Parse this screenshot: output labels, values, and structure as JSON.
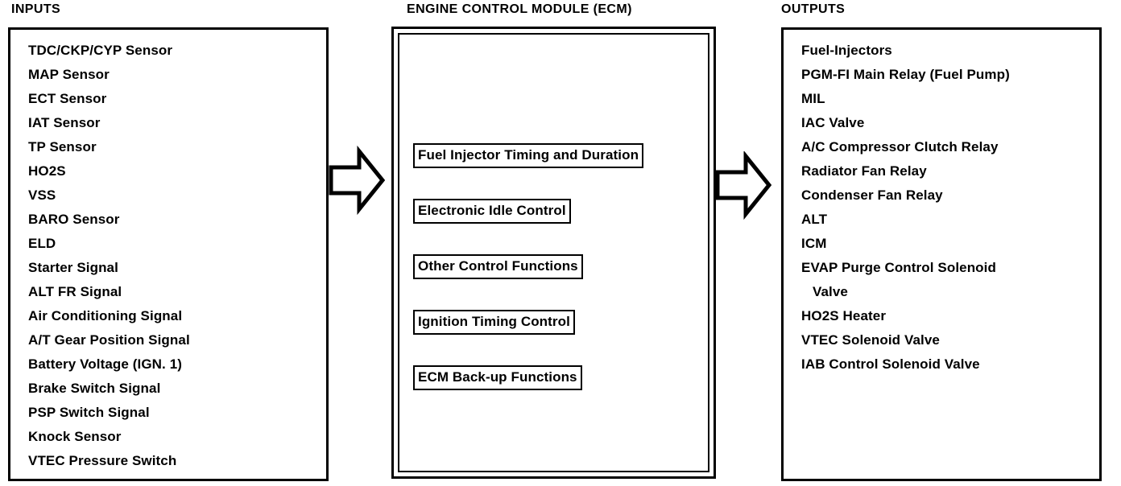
{
  "headers": {
    "inputs": "INPUTS",
    "ecm": "ENGINE CONTROL MODULE (ECM)",
    "outputs": "OUTPUTS"
  },
  "inputs": {
    "items": [
      "TDC/CKP/CYP Sensor",
      "MAP Sensor",
      "ECT Sensor",
      "IAT Sensor",
      "TP Sensor",
      "HO2S",
      "VSS",
      "BARO Sensor",
      "ELD",
      "Starter Signal",
      "ALT FR Signal",
      "Air Conditioning Signal",
      "A/T Gear Position Signal",
      "Battery Voltage (IGN. 1)",
      "Brake Switch Signal",
      "PSP Switch Signal",
      "Knock Sensor",
      "VTEC Pressure Switch"
    ]
  },
  "ecm": {
    "functions": [
      "Fuel Injector Timing and Duration",
      "Electronic Idle Control",
      "Other Control Functions",
      "Ignition Timing Control",
      "ECM Back-up Functions"
    ]
  },
  "outputs": {
    "items": [
      {
        "text": "Fuel-Injectors",
        "indented": false
      },
      {
        "text": "PGM-FI Main Relay (Fuel Pump)",
        "indented": false
      },
      {
        "text": "MIL",
        "indented": false
      },
      {
        "text": "IAC Valve",
        "indented": false
      },
      {
        "text": "A/C Compressor Clutch Relay",
        "indented": false
      },
      {
        "text": "Radiator Fan Relay",
        "indented": false
      },
      {
        "text": "Condenser Fan Relay",
        "indented": false
      },
      {
        "text": "ALT",
        "indented": false
      },
      {
        "text": "ICM",
        "indented": false
      },
      {
        "text": "EVAP Purge Control Solenoid",
        "indented": false
      },
      {
        "text": "Valve",
        "indented": true
      },
      {
        "text": "HO2S Heater",
        "indented": false
      },
      {
        "text": "VTEC Solenoid Valve",
        "indented": false
      },
      {
        "text": "IAB Control Solenoid Valve",
        "indented": false
      }
    ]
  },
  "arrows": {
    "input_to_ecm": "right-arrow-icon",
    "ecm_to_output": "right-arrow-icon"
  },
  "colors": {
    "stroke": "#000000",
    "background": "#ffffff"
  }
}
